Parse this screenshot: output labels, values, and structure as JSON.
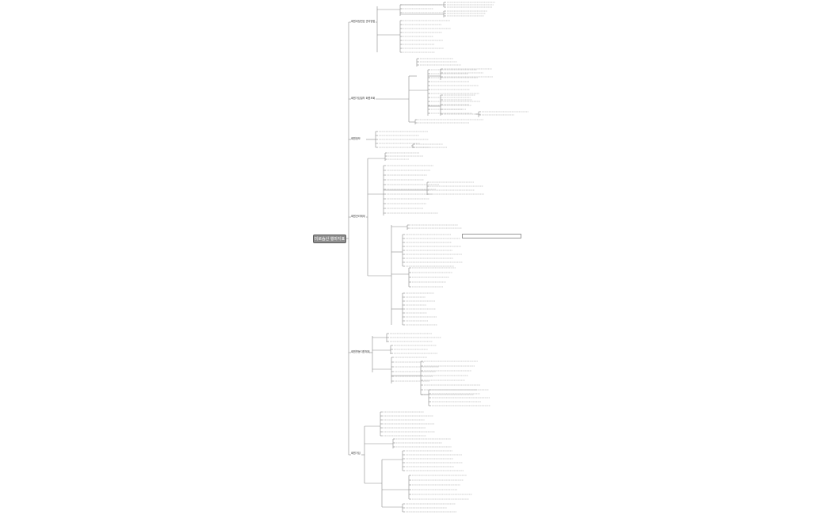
{
  "root": {
    "label": "미로숨산 행마지표"
  },
  "branches": [
    {
      "label": "회원비밀번호 관리방법"
    },
    {
      "label": "회원가입절차 회원조회"
    },
    {
      "label": "회원정보"
    },
    {
      "label": "회원관리체계"
    },
    {
      "label": "회원활동지원체계"
    },
    {
      "label": "회원가입"
    }
  ]
}
